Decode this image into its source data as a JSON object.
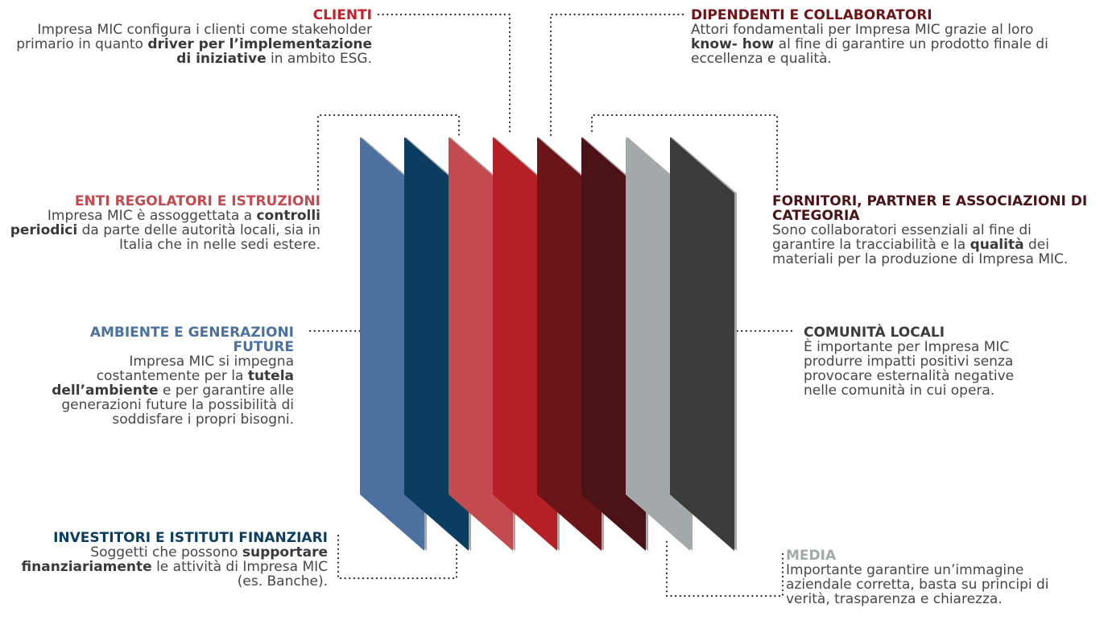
{
  "colors": {
    "slabs": [
      "#4c71a0",
      "#0a3d60",
      "#c34b50",
      "#b61f25",
      "#6b1518",
      "#4b1218",
      "#a3a8aa",
      "#3c3c3b"
    ],
    "slab_edge": "#a8a8a8",
    "dots": "#2b2b2b"
  },
  "stakeholders": [
    {
      "id": "clienti",
      "title": "CLIENTI",
      "color": "#c41f2b",
      "body": [
        {
          "t": "Impresa MIC configura i clienti come stakeholder primario in quanto "
        },
        {
          "t": "driver per l’implementazione di iniziative",
          "b": true
        },
        {
          "t": " in ambito ESG."
        }
      ]
    },
    {
      "id": "dipendenti",
      "title": "DIPENDENTI E COLLABORATORI",
      "color": "#6e1418",
      "body": [
        {
          "t": "Attori fondamentali per Impresa MIC grazie al loro "
        },
        {
          "t": "know- how",
          "b": true
        },
        {
          "t": " al fine di garantire un prodotto finale di eccellenza e qualità."
        }
      ]
    },
    {
      "id": "enti",
      "title": "ENTI REGOLATORI E ISTRUZIONI",
      "color": "#c44a50",
      "body": [
        {
          "t": "Impresa MIC è assoggettata a "
        },
        {
          "t": "controlli periodici",
          "b": true
        },
        {
          "t": " da parte delle autorità locali, sia in Italia che in nelle sedi estere."
        }
      ]
    },
    {
      "id": "fornitori",
      "title": "FORNITORI, PARTNER E ASSOCIAZIONI DI CATEGORIA",
      "color": "#4a1417",
      "body": [
        {
          "t": "Sono collaboratori essenziali al fine di garantire la tracciabilità e la "
        },
        {
          "t": "qualità",
          "b": true
        },
        {
          "t": " dei materiali per la produzione di Impresa MIC."
        }
      ]
    },
    {
      "id": "ambiente",
      "title": "AMBIENTE E GENERAZIONI FUTURE",
      "color": "#4c71a0",
      "body": [
        {
          "t": "Impresa MIC si impegna costantemente per la "
        },
        {
          "t": "tutela dell’ambiente",
          "b": true
        },
        {
          "t": " e per garantire alle generazioni future la possibilità di soddisfare i propri bisogni."
        }
      ]
    },
    {
      "id": "comunita",
      "title": "COMUNITÀ LOCALI",
      "color": "#3c3c3b",
      "body": [
        {
          "t": "È importante per Impresa MIC produrre impatti positivi senza provocare esternalità negative nelle comunità in cui opera."
        }
      ]
    },
    {
      "id": "investitori",
      "title": "INVESTITORI E ISTITUTI FINANZIARI",
      "color": "#0b3d5f",
      "body": [
        {
          "t": "Soggetti che possono "
        },
        {
          "t": "supportare finanziariamente",
          "b": true
        },
        {
          "t": " le attività di Impresa MIC (es. Banche)."
        }
      ]
    },
    {
      "id": "media",
      "title": "MEDIA",
      "color": "#a3a8aa",
      "body": [
        {
          "t": "Importante garantire un’immagine aziendale corretta, basta su principi di verità, trasparenza e chiarezza."
        }
      ]
    }
  ]
}
